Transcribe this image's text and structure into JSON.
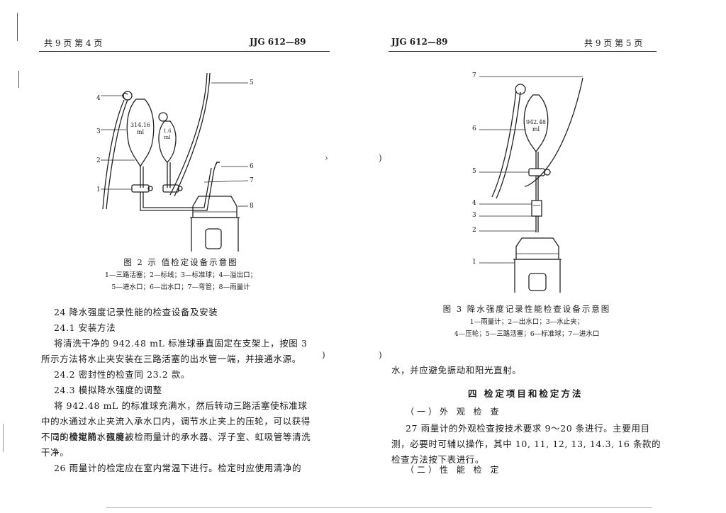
{
  "left": {
    "header_pages": "共 9 页   第 4 页",
    "header_code": "JJG 612—89",
    "figure": {
      "labels": [
        "4",
        "3",
        "2",
        "1",
        "5",
        "6",
        "7",
        "8"
      ],
      "bulb_large": [
        "314.16",
        "ml"
      ],
      "bulb_small": [
        "1.6",
        "ml"
      ],
      "title": "图 2   示 值检定设备示意图",
      "legend_1": "1—三路活塞；2—标线；3—标准球；4—溢出口；",
      "legend_2": "5—进水口；6—出水口；7—弯管；8—雨量计"
    },
    "text": {
      "p1": "24   降水强度记录性能的检查设备及安装",
      "p2": "24.1  安装方法",
      "p3": "将清洗干净的 942.48 mL 标准球垂直固定在支架上，按图 3 所示方法将水止夹安装在三路活塞的出水管一端，并接通水源。",
      "p4": "24.2  密封性的检查同 23.2 款。",
      "p5": "24.3  模拟降水强度的调整",
      "p6": "将 942.48 mL 的标准球充满水，然后转动三路活塞使标准球中的水通过水止夹流入承水口内，调节水止夹上的压轮，可以获得不同的模拟降水强度。",
      "p7": "25   检定前，应将被检雨量计的承水器、浮子室、虹吸管等清洗干净。",
      "p8": "26   雨量计的检定应在室内常温下进行。检定时应使用清净的"
    }
  },
  "right": {
    "header_code": "JJG 612—89",
    "header_pages": "共 9 页   第 5 页",
    "figure": {
      "labels": [
        "7",
        "6",
        "5",
        "4",
        "3",
        "2",
        "1"
      ],
      "bulb": [
        "942.48",
        "ml"
      ],
      "title": "图 3   降水强度记录性能检查设备示意图",
      "legend_1": "1—雨量计；2—出水口；3—水止夹；",
      "legend_2": "4—压轮；5—三路活塞；6—标准球；7—进水口"
    },
    "text": {
      "p1": "水，并应避免振动和阳光直射。",
      "section": "四   检定项目和检定方法",
      "sub1": "（一）外 观 检 查",
      "p2": "27   雨量计的外观检查按技术要求 9～20 条进行。主要用目测，必要时可辅以操作，其中 10, 11, 12, 13, 14.3, 16 条款的检查方法按下表进行。",
      "sub2": "（二）性 能 检 定"
    }
  }
}
